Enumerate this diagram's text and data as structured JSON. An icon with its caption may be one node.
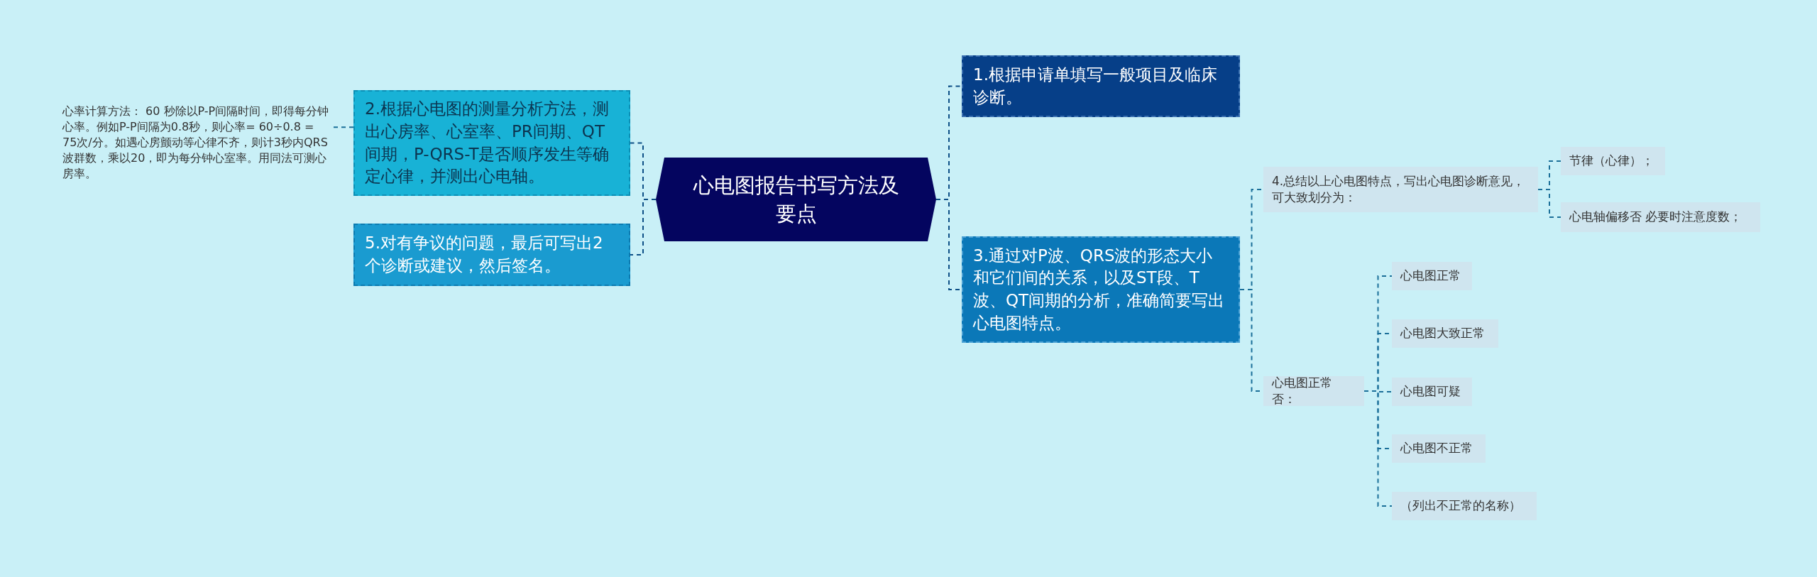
{
  "diagram": {
    "nodes": [
      {
        "text": [
          "心电图报告书写方法及要点"
        ]
      },
      {
        "text": [
          "1.根据申请单填写一般项目及临床诊断。"
        ]
      },
      {
        "text": [
          "3.通过对P波、QRS波的形态大小和它们间的关系，以及ST段、T波、QT间期的分析，准确简要写出心电图特点。"
        ]
      },
      {
        "text": [
          "4.总结以上心电图特点，写出心电图诊断意见，可大致划分为："
        ]
      },
      {
        "text": [
          "节律（心律）；"
        ]
      },
      {
        "text": [
          "心电轴偏移否 必要时注意度数；"
        ]
      },
      {
        "text": [
          "心电图正常否："
        ]
      },
      {
        "text": [
          "心电图正常"
        ]
      },
      {
        "text": [
          "心电图大致正常"
        ]
      },
      {
        "text": [
          "心电图可疑"
        ]
      },
      {
        "text": [
          "心电图不正常"
        ]
      },
      {
        "text": [
          "（列出不正常的名称）"
        ]
      },
      {
        "text": [
          "2.根据心电图的测量分析方法，测出心房率、心室率、PR间期、QT间期，P-QRS-T是否顺序发生等确定心律，并测出心电轴。"
        ]
      },
      {
        "text": [
          "5.对有争议的问题，最后可写出2个诊断或建议，然后签名。"
        ]
      },
      {
        "text": [
          "心率计算方法： 60 秒除以P-P间隔时间，即得每分钟心率。例如P-P间隔为0.8秒，则心率= 60÷0.8 = 75次/分。如遇心房颤动等心律不齐，则计3秒内QRS波群数，乘以20，即为每分钟心室率。用同法可测心房率。"
        ]
      }
    ],
    "edges": [
      {
        "from": 0,
        "to": 1,
        "arrow": "none"
      },
      {
        "from": 0,
        "to": 2,
        "arrow": "none"
      },
      {
        "from": 2,
        "to": 3,
        "arrow": "none"
      },
      {
        "from": 3,
        "to": 4,
        "arrow": "none"
      },
      {
        "from": 3,
        "to": 5,
        "arrow": "none"
      },
      {
        "from": 2,
        "to": 6,
        "arrow": "none"
      },
      {
        "from": 6,
        "to": 7,
        "arrow": "none"
      },
      {
        "from": 6,
        "to": 8,
        "arrow": "none"
      },
      {
        "from": 6,
        "to": 9,
        "arrow": "none"
      },
      {
        "from": 6,
        "to": 10,
        "arrow": "none"
      },
      {
        "from": 6,
        "to": 11,
        "arrow": "none"
      },
      {
        "from": 0,
        "to": 12,
        "arrow": "none"
      },
      {
        "from": 0,
        "to": 13,
        "arrow": "none"
      },
      {
        "from": 12,
        "to": 14,
        "arrow": "none"
      }
    ]
  }
}
